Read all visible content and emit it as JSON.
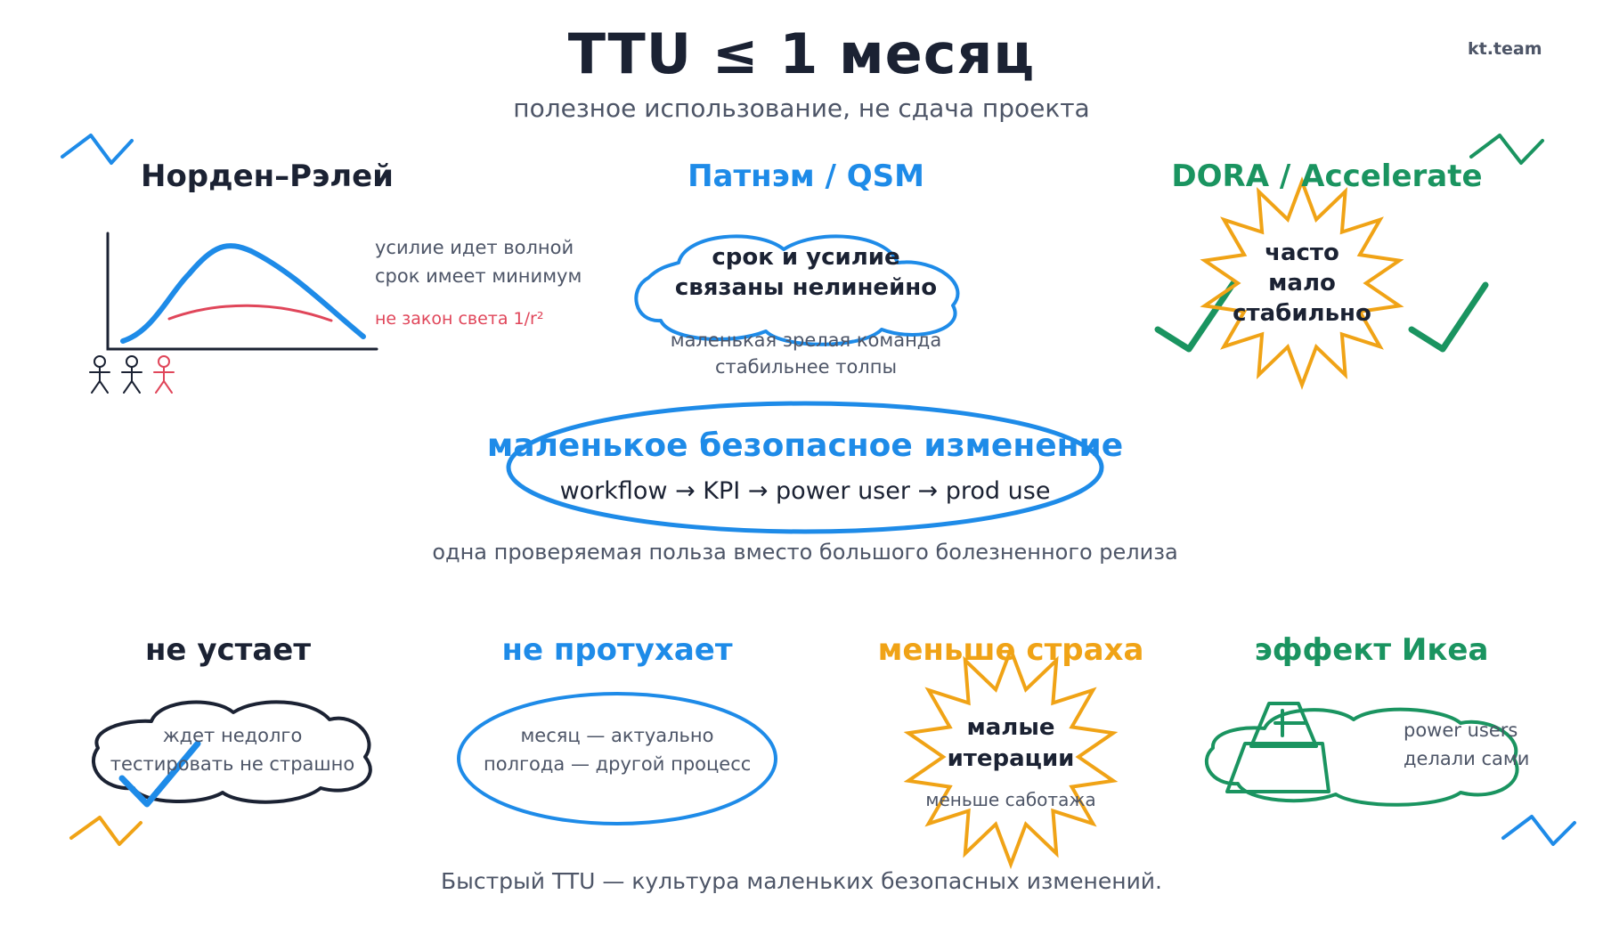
{
  "header": {
    "title": "TTU ≤ 1 месяц",
    "subtitle": "полезное использование, не сдача проекта",
    "brand": "kt.team"
  },
  "colors": {
    "dark": "#1b2233",
    "blue": "#1e8be8",
    "green": "#1a9460",
    "orange": "#f0a316",
    "red": "#e0465a",
    "gray": "#4d5567"
  },
  "top": {
    "norden": {
      "heading": "Норден–Рэлей",
      "note_line1": "усилие идет волной",
      "note_line2": "срок имеет минимум",
      "red_note": "не закон света 1/r²"
    },
    "putnam": {
      "heading": "Патнэм / QSM",
      "cloud_line1": "срок и усилие",
      "cloud_line2": "связаны нелинейно",
      "note_line1": "маленькая зрелая команда",
      "note_line2": "стабильнее толпы"
    },
    "dora": {
      "heading": "DORA / Accelerate",
      "star_line1": "часто",
      "star_line2": "мало",
      "star_line3": "стабильно"
    }
  },
  "center": {
    "heading": "маленькое безопасное изменение",
    "flow": "workflow → KPI → power user → prod use",
    "note": "одна проверяемая польза вместо большого болезненного релиза"
  },
  "bottom": {
    "tired": {
      "heading": "не устает",
      "line1": "ждет недолго",
      "line2": "тестировать не страшно"
    },
    "stale": {
      "heading": "не протухает",
      "line1": "месяц — актуально",
      "line2": "полгода — другой процесс"
    },
    "fear": {
      "heading": "меньше страха",
      "star_line1": "малые",
      "star_line2": "итерации",
      "note": "меньше саботажа"
    },
    "ikea": {
      "heading": "эффект Икеа",
      "line1": "power users",
      "line2": "делали сами"
    }
  },
  "footer": {
    "text": "Быстрый TTU — культура маленьких безопасных изменений."
  }
}
